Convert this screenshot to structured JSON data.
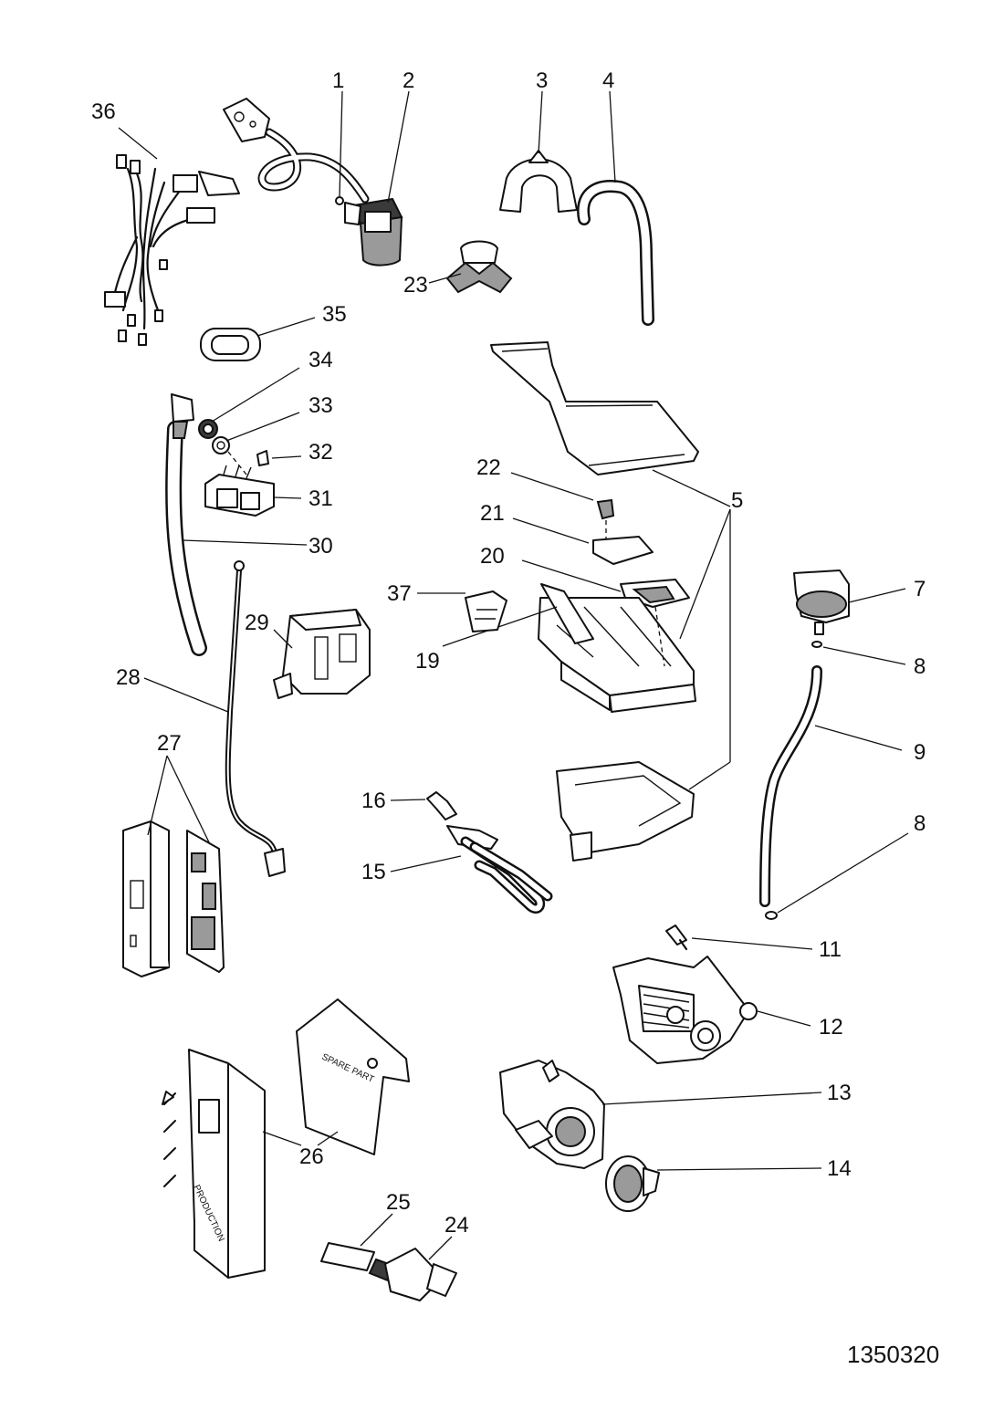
{
  "callouts": {
    "c1": "1",
    "c2": "2",
    "c3": "3",
    "c4": "4",
    "c5": "5",
    "c7": "7",
    "c8a": "8",
    "c8b": "8",
    "c9": "9",
    "c11": "11",
    "c12": "12",
    "c13": "13",
    "c14": "14",
    "c15": "15",
    "c16": "16",
    "c19": "19",
    "c20": "20",
    "c21": "21",
    "c22": "22",
    "c23": "23",
    "c24": "24",
    "c25": "25",
    "c26": "26",
    "c27": "27",
    "c28": "28",
    "c29": "29",
    "c30": "30",
    "c31": "31",
    "c32": "32",
    "c33": "33",
    "c34": "34",
    "c35": "35",
    "c36": "36",
    "c37": "37"
  },
  "box_text": {
    "spare_part": "SPARE PART",
    "production": "PRODUCTION"
  },
  "document_number": "1350320"
}
